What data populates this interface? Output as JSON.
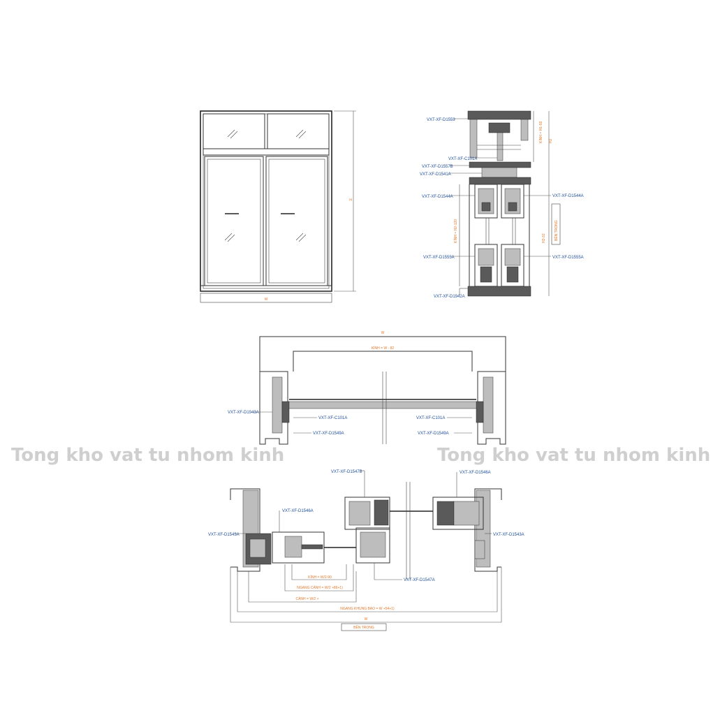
{
  "elevation": {
    "width_label": "W",
    "height_label": "H"
  },
  "vertical_section": {
    "labels_left": [
      "VXT-XF-D1559",
      "VXT-XF-C101A",
      "VXT-XF-D1557B",
      "VXT-XF-D1541A",
      "VXT-XF-D1544A",
      "VXT-XF-D1555A",
      "VXT-XF-D1942A"
    ],
    "labels_right": [
      "VXT-XF-D1544A",
      "VXT-XF-D1555A"
    ],
    "dim_top": "KÍNH = H1-59",
    "dim_height": "H2",
    "dim_glass": "KÍNH = H2-120",
    "dim_right": "H2-32",
    "side_box": "BÊN TRONG"
  },
  "transom_section": {
    "dim_w": "W",
    "dim_glass": "KÍNH = W - 82",
    "label_left": "VXT-XF-D1943A",
    "label_c101_left": "VXT-XF-C101A",
    "label_c101_right": "VXT-XF-C101A",
    "label_d1549_left": "VXT-XF-D1549A",
    "label_d1549_right": "VXT-XF-D1549A"
  },
  "sliding_section": {
    "label_top_center": "VXT-XF-D1547B",
    "label_top_right": "VXT-XF-D1546A",
    "label_inner": "VXT-XF-D1546A",
    "label_left": "VXT-XF-D1543A",
    "label_right": "VXT-XF-D1543A",
    "label_bottom": "VXT-XF-D1547A",
    "dim_1": "KÍNH = W/2-90",
    "dim_2": "NGANG CÁNH = W/2 +86+1)",
    "dim_3": "CÁNH = W/2 +",
    "dim_4": "NGANG KHUNG BAO = W +54+1)",
    "dim_w": "W",
    "side_box": "BÊN TRONG"
  },
  "watermark": {
    "left": "Tong kho vat tu nhom kinh",
    "right": "Tong kho vat tu nhom kinh"
  }
}
